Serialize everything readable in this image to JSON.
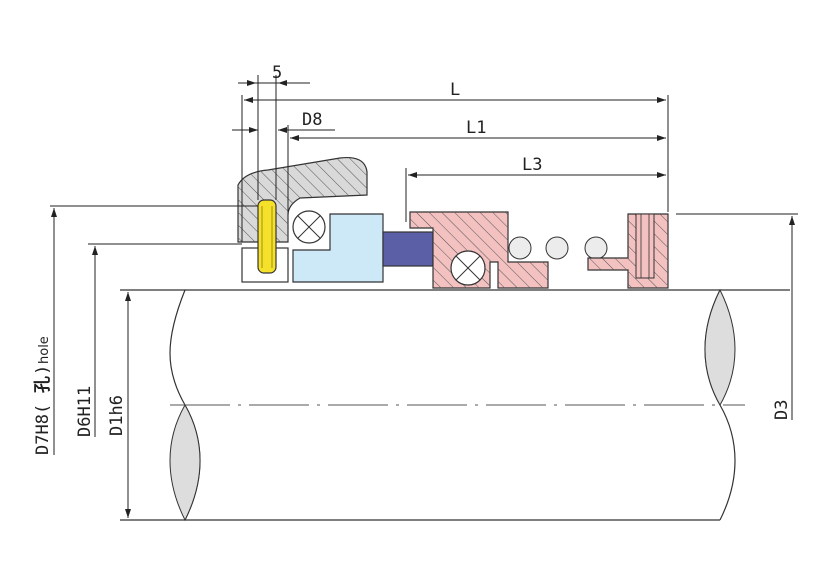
{
  "dimensions": {
    "five": "5",
    "L": "L",
    "D8": "D8",
    "L1": "L1",
    "L3": "L3",
    "D7": {
      "prefix": "D7H8(",
      "kanji": "孔",
      "suffix": ")",
      "hole": "hole"
    },
    "D6": "D6H11",
    "D1": "D1h6",
    "D3": "D3"
  },
  "colors": {
    "outline": "#333333",
    "gland_gray": "#d9d9d9",
    "pin_yellow": "#f5e12a",
    "seat_cyan": "#cde9f7",
    "spring_blue": "#5b5fa6",
    "ring_pink": "#f4c1c1",
    "shaft_lens": "#dddddd",
    "hatch": "#555555"
  },
  "icons": {
    "pin": "yellow-anti-rotation-pin",
    "oring": "o-ring-cross-section",
    "spring": "coil-spring-section",
    "screw": "set-screw"
  }
}
